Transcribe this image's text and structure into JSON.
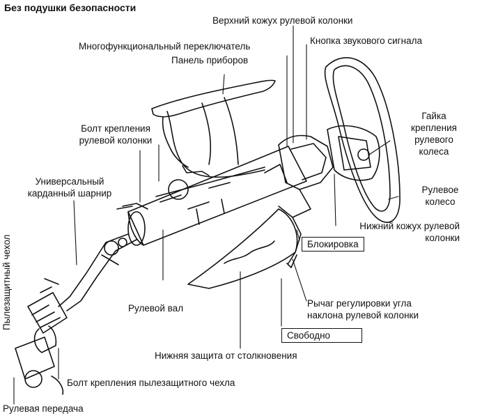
{
  "title": "Без подушки безопасности",
  "labels": {
    "upper_cover": "Верхний кожух рулевой колонки",
    "multifunction_switch": "Многофункциональный переключатель",
    "horn_button": "Кнопка звукового сигнала",
    "instrument_panel": "Панель приборов",
    "column_bolt_l1": "Болт крепления",
    "column_bolt_l2": "рулевой колонки",
    "wheel_nut_l1": "Гайка",
    "wheel_nut_l2": "крепления",
    "wheel_nut_l3": "рулевого",
    "wheel_nut_l4": "колеса",
    "universal_joint_l1": "Универсальный",
    "universal_joint_l2": "карданный шарнир",
    "steering_wheel_l1": "Рулевое",
    "steering_wheel_l2": "колесо",
    "dust_boot": "Пылезащитный чехол",
    "lower_cover_l1": "Нижний  кожух рулевой",
    "lower_cover_l2": "колонки",
    "lock_box": "Блокировка",
    "steering_shaft": "Рулевой вал",
    "tilt_lever_l1": "Рычаг регулировки угла",
    "tilt_lever_l2": "наклона рулевой колонки",
    "free_box": "Свободно",
    "lower_protection": "Нижняя защита от столкновения",
    "boot_bolt": "Болт крепления пылезащитного чехла",
    "steering_gear": "Рулевая передача"
  }
}
